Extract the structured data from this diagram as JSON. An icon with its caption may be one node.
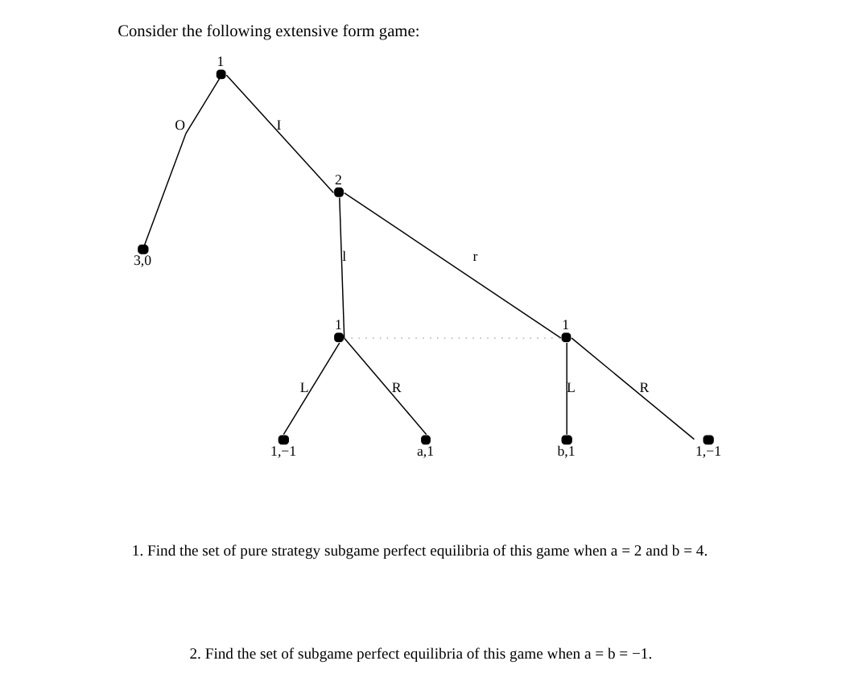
{
  "diagram": {
    "title": "Consider the following extensive form game:",
    "nodes": [
      {
        "text": [],
        "shape": "circle",
        "beside": [
          "1"
        ]
      },
      {
        "text": [],
        "shape": "circle",
        "beside": [
          "3,0"
        ]
      },
      {
        "text": [],
        "shape": "circle",
        "beside": [
          "2"
        ]
      },
      {
        "text": [],
        "shape": "circle",
        "beside": [
          "1"
        ]
      },
      {
        "text": [],
        "shape": "circle",
        "beside": [
          "1"
        ]
      },
      {
        "text": [],
        "shape": "circle",
        "beside": [
          "1,−1"
        ]
      },
      {
        "text": [],
        "shape": "circle",
        "beside": [
          "a,1"
        ]
      },
      {
        "text": [],
        "shape": "circle",
        "beside": [
          "b,1"
        ]
      },
      {
        "text": [],
        "shape": "circle",
        "beside": [
          "1,−1"
        ]
      }
    ],
    "edges": [
      {
        "from": 0,
        "to": 1,
        "arrow": "none",
        "label": "O"
      },
      {
        "from": 0,
        "to": 2,
        "arrow": "none",
        "label": "I"
      },
      {
        "from": 2,
        "to": 3,
        "arrow": "none",
        "label": "l"
      },
      {
        "from": 2,
        "to": 4,
        "arrow": "none",
        "label": "r"
      },
      {
        "from": 3,
        "to": 4,
        "arrow": "none",
        "style": "dashed",
        "color": "#aaaaaa"
      },
      {
        "from": 3,
        "to": 5,
        "arrow": "none",
        "label": "L"
      },
      {
        "from": 3,
        "to": 6,
        "arrow": "none",
        "label": "R"
      },
      {
        "from": 4,
        "to": 7,
        "arrow": "none",
        "label": "L"
      },
      {
        "from": 4,
        "to": 8,
        "arrow": "none",
        "label": "R"
      }
    ],
    "labels": [
      "1. Find the set of pure strategy subgame perfect equilibria of this game when a = 2 and b = 4.",
      "2. Find the set of subgame perfect equilibria of this game when a = b = −1."
    ]
  }
}
